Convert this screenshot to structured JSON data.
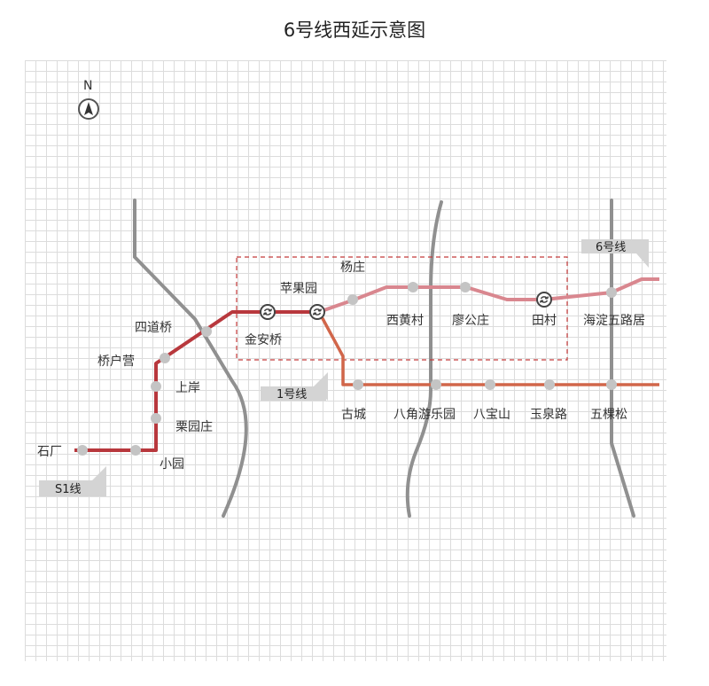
{
  "title": "6号线西延示意图",
  "north": "N",
  "colors": {
    "line6": "#d9878f",
    "line1": "#d1664a",
    "lineS1": "#b8383d",
    "river": "#909090",
    "station": "#c4c4c4",
    "tag": "#d4d4d4",
    "box": "#c43a3a"
  },
  "line_tags": {
    "line6": "6号线",
    "line1": "1号线",
    "lineS1": "S1线"
  },
  "stations": {
    "shichang": "石厂",
    "xiaoyuan": "小园",
    "liyuanzhuang": "栗园庄",
    "shangan": "上岸",
    "qiaohuying": "桥户营",
    "sidaoqiao": "四道桥",
    "jinanqiao": "金安桥",
    "pingguoyuan": "苹果园",
    "yangzhuang": "杨庄",
    "xihuangcun": "西黄村",
    "liaogongzhuang": "廖公庄",
    "tiancun": "田村",
    "haidianwuluju": "海淀五路居",
    "gucheng": "古城",
    "bajiaoyoulayuan": "八角游乐园",
    "babaoshan": "八宝山",
    "yuquanlu": "玉泉路",
    "wukesong": "五棵松"
  },
  "icons": {
    "transfer": "transfer-icon",
    "north_arrow": "north-arrow-icon"
  }
}
